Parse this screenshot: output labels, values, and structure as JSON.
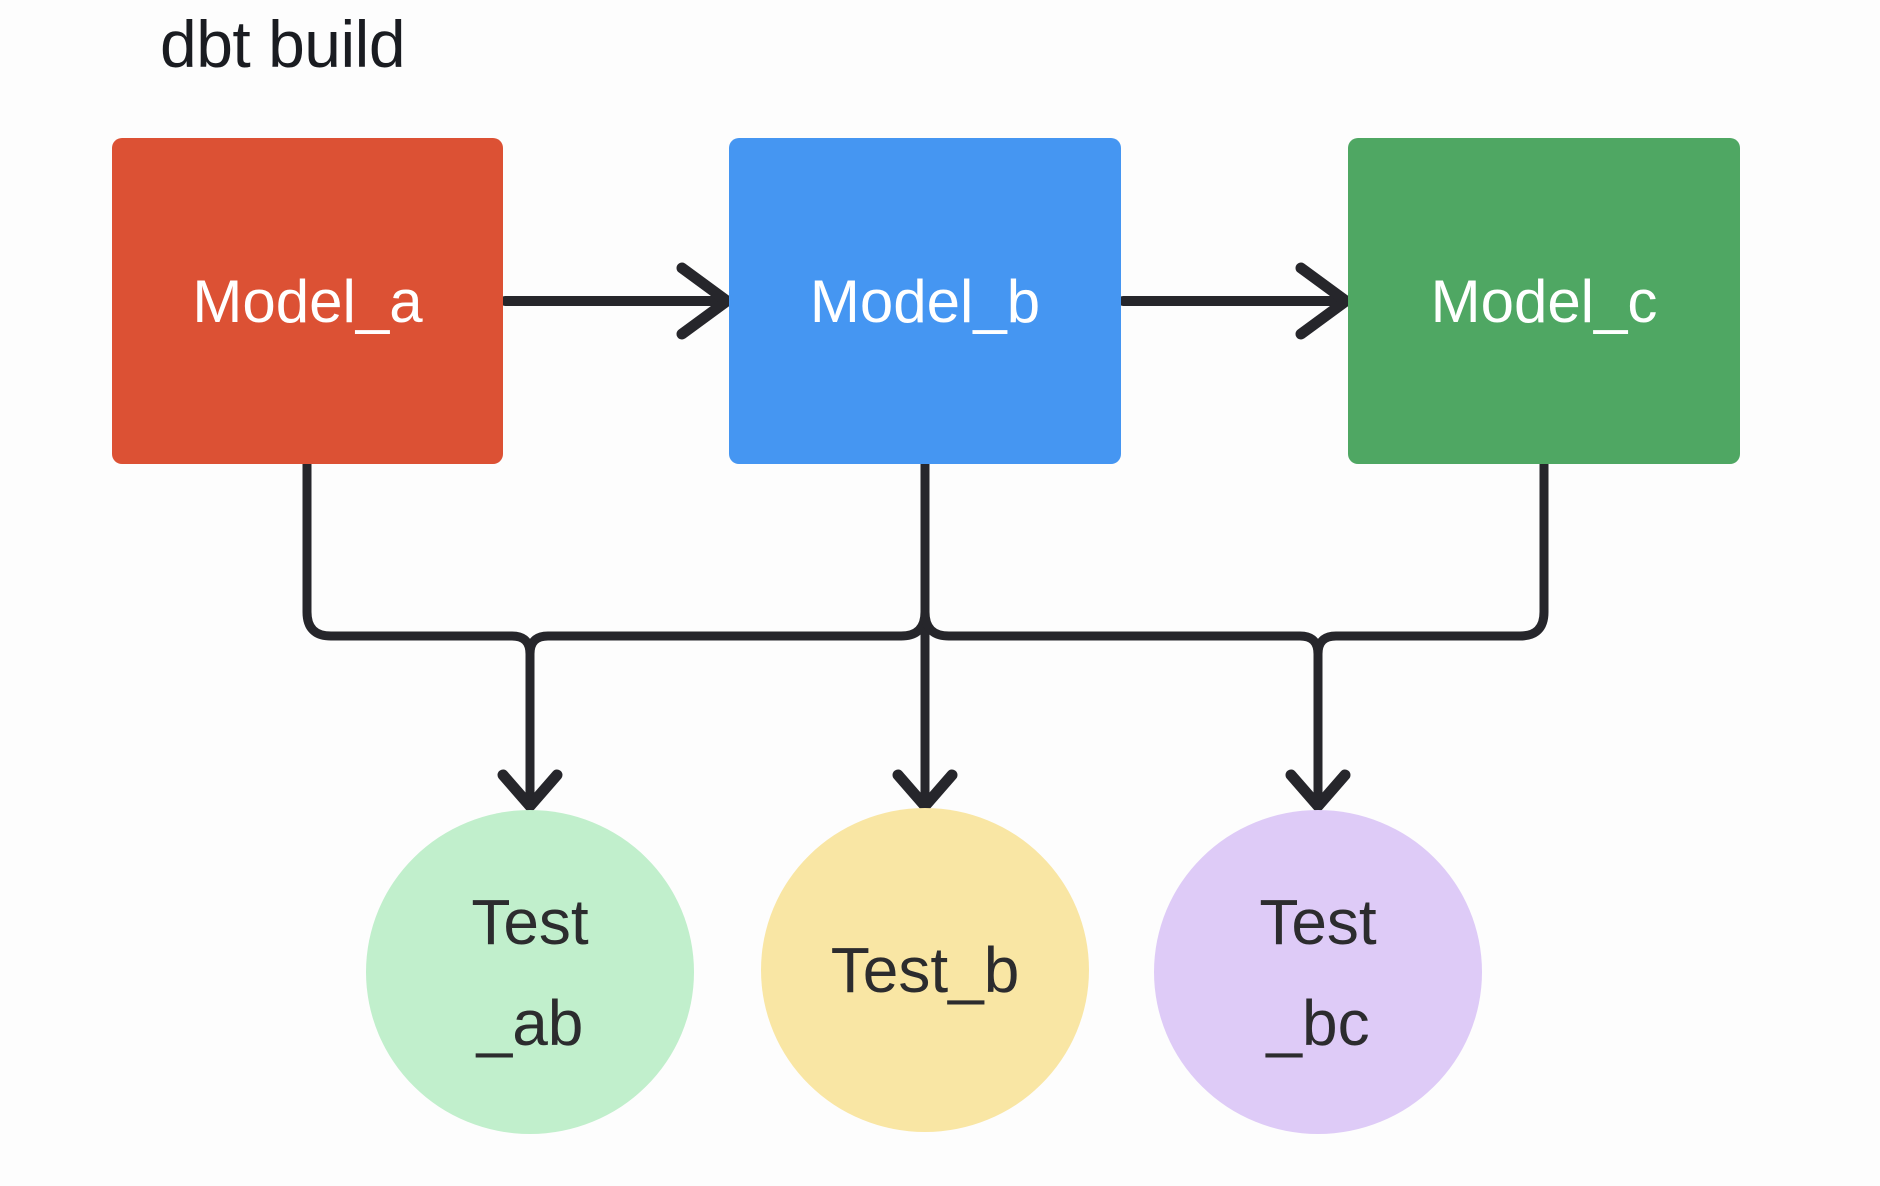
{
  "title": "dbt build",
  "colors": {
    "background": "#FDFDFD",
    "edge": "#26262B",
    "title_text": "#1A1C21",
    "box_label_text": "#FFFFFF",
    "circle_label_text": "#2C2C2E"
  },
  "nodes": {
    "models": [
      {
        "id": "model_a",
        "label": "Model_a",
        "fill": "#DC5134"
      },
      {
        "id": "model_b",
        "label": "Model_b",
        "fill": "#4596F2"
      },
      {
        "id": "model_c",
        "label": "Model_c",
        "fill": "#4FA763"
      }
    ],
    "tests": [
      {
        "id": "test_ab",
        "line1": "Test",
        "line2": "_ab",
        "fill": "#C1EFCC"
      },
      {
        "id": "test_b",
        "line1": "Test_b",
        "fill": "#F9E6A4"
      },
      {
        "id": "test_bc",
        "line1": "Test",
        "line2": "_bc",
        "fill": "#DECBF7"
      }
    ]
  },
  "edges": [
    {
      "from": "model_a",
      "to": "model_b",
      "arrow": true
    },
    {
      "from": "model_b",
      "to": "model_c",
      "arrow": true
    },
    {
      "from": "model_a",
      "to": "test_ab",
      "arrow": true
    },
    {
      "from": "model_b",
      "to": "test_ab",
      "arrow": true
    },
    {
      "from": "model_b",
      "to": "test_b",
      "arrow": true
    },
    {
      "from": "model_b",
      "to": "test_bc",
      "arrow": true
    },
    {
      "from": "model_c",
      "to": "test_bc",
      "arrow": true
    }
  ]
}
